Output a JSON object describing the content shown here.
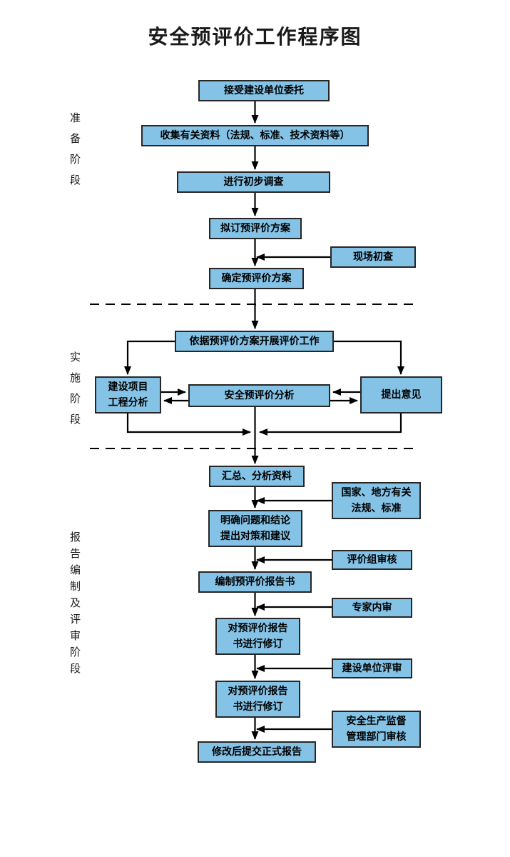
{
  "title": "安全预评价工作程序图",
  "stages": {
    "prepare": "准备阶段",
    "implement": "实施阶段",
    "report": "报告编制及评审阶段"
  },
  "nodes": {
    "accept": "接受建设单位委托",
    "collect": "收集有关资料（法规、标准、技术资料等）",
    "initial_survey": "进行初步调查",
    "draft_plan": "拟订预评价方案",
    "site_check": "现场初查",
    "confirm_plan": "确定预评价方案",
    "carry_out": "依据预评价方案开展评价工作",
    "project_analysis": "建设项目\n工程分析",
    "safety_analysis": "安全预评价分析",
    "opinions": "提出意见",
    "summarize": "汇总、分析资料",
    "laws": "国家、地方有关\n法规、标准",
    "conclusions": "明确问题和结论\n提出对策和建议",
    "group_review": "评价组审核",
    "compile_report": "编制预评价报告书",
    "expert_review": "专家内审",
    "revise1": "对预评价报告\n书进行修订",
    "unit_review": "建设单位评审",
    "revise2": "对预评价报告\n书进行修订",
    "supervision_review": "安全生产监督\n管理部门审核",
    "final_report": "修改后提交正式报告"
  },
  "colors": {
    "node_fill": "#84C2E6",
    "node_border": "#262626",
    "connector": "#000000",
    "background": "#FFFFFF"
  }
}
